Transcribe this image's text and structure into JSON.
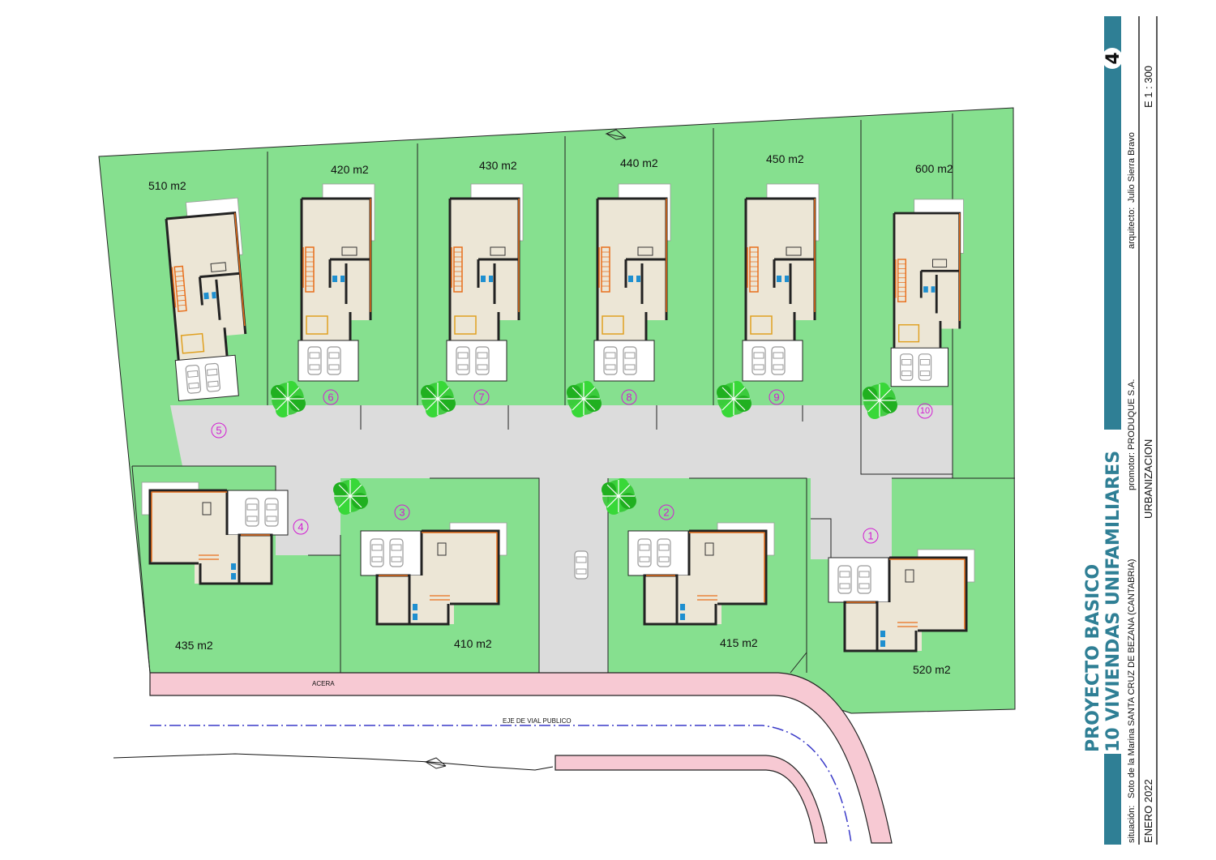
{
  "drawing": {
    "lots": [
      {
        "number": "1",
        "area": "520 m2"
      },
      {
        "number": "2",
        "area": "415 m2"
      },
      {
        "number": "3",
        "area": "410 m2"
      },
      {
        "number": "4",
        "area": "435 m2"
      },
      {
        "number": "5",
        "area": "510 m2"
      },
      {
        "number": "6",
        "area": "420 m2"
      },
      {
        "number": "7",
        "area": "430 m2"
      },
      {
        "number": "8",
        "area": "440 m2"
      },
      {
        "number": "9",
        "area": "450 m2"
      },
      {
        "number": "10",
        "area": "600 m2"
      }
    ],
    "sidewalk_label": "ACERA",
    "road_axis_label": "EJE DE VIAL PUBLICO"
  },
  "title_block": {
    "sheet_number": "4",
    "title_line1": "PROYECTO BASICO",
    "title_line2": "10 VIVIENDAS UNIFAMILIARES",
    "situacion_label": "situación:",
    "situacion_value": "Soto de la Marina  SANTA CRUZ DE BEZANA  (CANTABRIA)",
    "promotor_label": "promotor:",
    "promotor_value": "PRODUQUE S.A.",
    "arquitecto_label": "arquitecto:",
    "arquitecto_value": "Julio Sierra Bravo",
    "date": "ENERO   2022",
    "sheet_name": "URBANIZACION",
    "scale": "E   1  :  300"
  },
  "colors": {
    "garden": "#86e08f",
    "paving": "#dcdcdc",
    "sidewalk": "#f7c9d3",
    "house": "#ece6d6",
    "accent": "#2f7f95",
    "lot_number": "#d21bd2"
  }
}
